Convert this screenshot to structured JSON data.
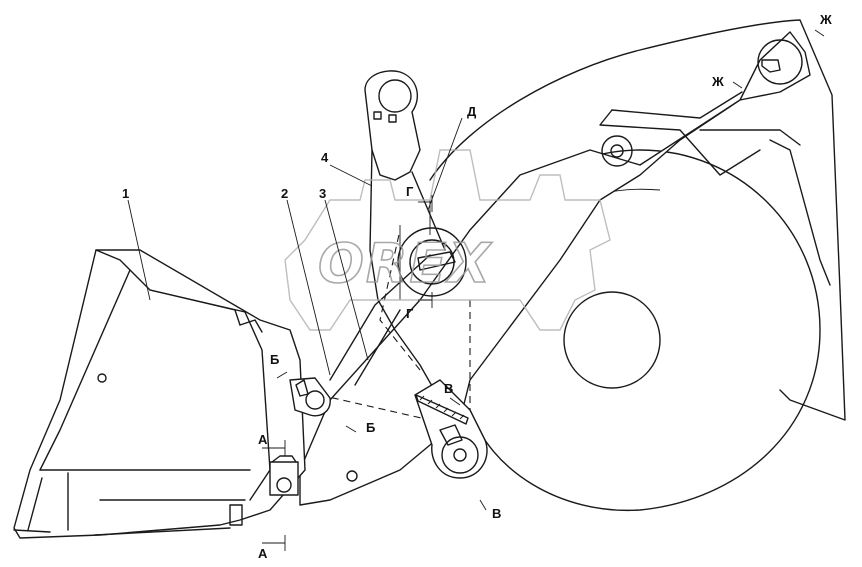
{
  "diagram": {
    "callouts": {
      "item_1": "1",
      "item_2": "2",
      "item_3": "3",
      "item_4": "4"
    },
    "sections": {
      "a": "А",
      "b": "Б",
      "v": "В",
      "g": "Г",
      "d": "Д",
      "zh": "Ж"
    }
  },
  "watermark": {
    "text": "OREX",
    "color": "#9a9a9a"
  },
  "colors": {
    "line": "#1a1a1a",
    "background": "#ffffff"
  }
}
